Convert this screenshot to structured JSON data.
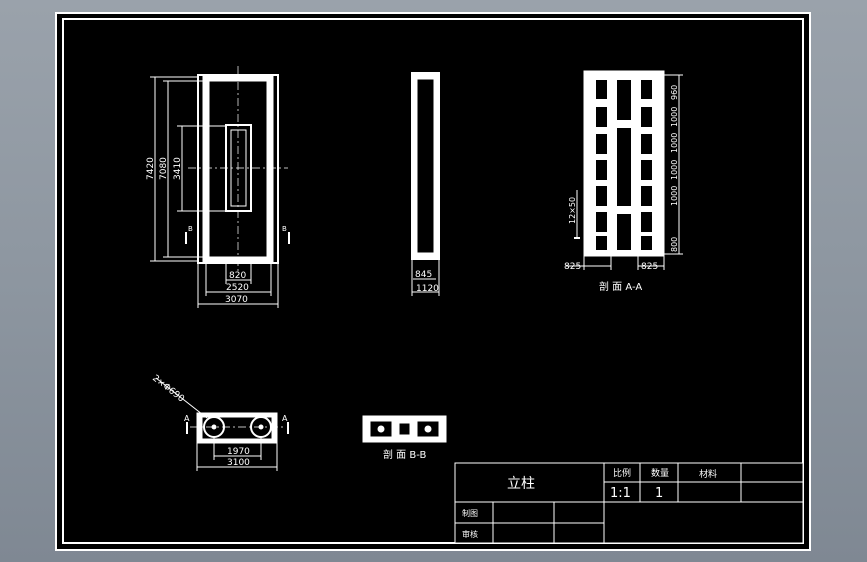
{
  "colors": {
    "background": "#000000",
    "frame": "#ffffff",
    "window_bg": "#8d96a0"
  },
  "front_view": {
    "dim_7420": "7420",
    "dim_7080": "7080",
    "dim_3410": "3410",
    "dim_820": "820",
    "dim_2520": "2520",
    "dim_3070": "3070",
    "section_mark": "B"
  },
  "side_view": {
    "dim_845": "845",
    "dim_1120": "1120"
  },
  "section_aa": {
    "title": "剖 面 A-A",
    "dim_825_left": "825",
    "dim_825_right": "825",
    "dim_spacing": "12×50",
    "dims_right": [
      "960",
      "1000",
      "1000",
      "1000",
      "1000",
      "800"
    ]
  },
  "top_view": {
    "dim_holes": "2×Φ690",
    "dim_1970": "1970",
    "dim_3100": "3100",
    "section_mark": "A"
  },
  "section_bb": {
    "title": "剖 面 B-B"
  },
  "title_block": {
    "part_name": "立柱",
    "scale_header": "比例",
    "quantity_header": "数量",
    "material_header": "材料",
    "scale_value": "1:1",
    "quantity_value": "1",
    "drawn_label": "制图",
    "checked_label": "审核"
  }
}
